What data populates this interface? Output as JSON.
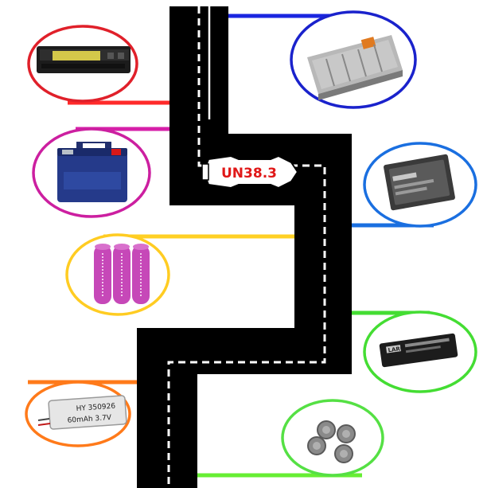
{
  "badge": {
    "text": "UN38.3"
  },
  "batteries": [
    {
      "icon": "laptop-battery-icon",
      "ring_color": "#e0202a",
      "connector_color": "#ff2a2a"
    },
    {
      "icon": "lead-acid-battery-icon",
      "ring_color": "#cc1fa0",
      "connector_color": "#d61fa8"
    },
    {
      "icon": "cylindrical-cells-icon",
      "ring_color": "#ffcc22",
      "connector_color": "#ffd024"
    },
    {
      "icon": "lipo-pouch-battery-icon",
      "ring_color": "#ff7a1a",
      "connector_color": "#ff7a1a"
    },
    {
      "icon": "ev-battery-pack-icon",
      "ring_color": "#1a22cc",
      "connector_color": "#1a26e0"
    },
    {
      "icon": "phone-battery-icon",
      "ring_color": "#1a6fe0",
      "connector_color": "#1a6fe0"
    },
    {
      "icon": "battery-pack-icon",
      "ring_color": "#44dd33",
      "connector_color": "#44dd33"
    },
    {
      "icon": "coin-cells-icon",
      "ring_color": "#55e044",
      "connector_color": "#66ee33"
    }
  ],
  "battery_labels": {
    "lipo": [
      "HY 350926",
      "60mAh 3.7V"
    ],
    "pack": "LARGE"
  },
  "colors": {
    "road": "#000000",
    "lane": "#ffffff",
    "badge_text": "#e01818"
  }
}
